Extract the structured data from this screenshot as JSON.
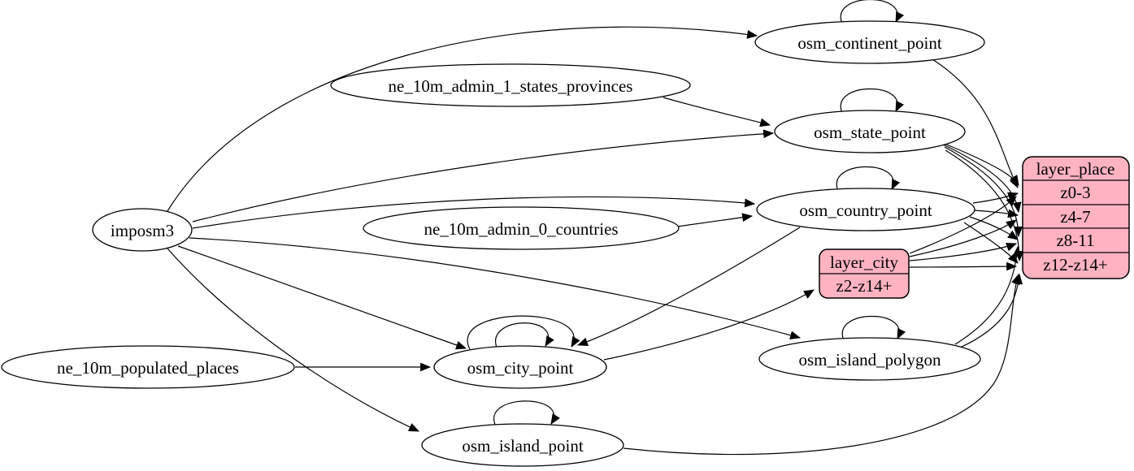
{
  "diagram": {
    "kind": "etl-graph",
    "colors": {
      "background": "#ffffff",
      "node_fill": "#ffffff",
      "record_fill": "#ffb3c1",
      "stroke": "#000000"
    },
    "nodes": {
      "imposm3": {
        "label": "imposm3"
      },
      "ne_10m_admin_1_states_provinces": {
        "label": "ne_10m_admin_1_states_provinces"
      },
      "ne_10m_admin_0_countries": {
        "label": "ne_10m_admin_0_countries"
      },
      "ne_10m_populated_places": {
        "label": "ne_10m_populated_places"
      },
      "osm_continent_point": {
        "label": "osm_continent_point"
      },
      "osm_state_point": {
        "label": "osm_state_point"
      },
      "osm_country_point": {
        "label": "osm_country_point"
      },
      "osm_city_point": {
        "label": "osm_city_point"
      },
      "osm_island_polygon": {
        "label": "osm_island_polygon"
      },
      "osm_island_point": {
        "label": "osm_island_point"
      }
    },
    "records": {
      "layer_city": {
        "title": "layer_city",
        "rows": [
          "z2-z14+"
        ]
      },
      "layer_place": {
        "title": "layer_place",
        "rows": [
          "z0-3",
          "z4-7",
          "z8-11",
          "z12-z14+"
        ]
      }
    },
    "edges": [
      {
        "from": "imposm3",
        "to": "osm_continent_point"
      },
      {
        "from": "imposm3",
        "to": "osm_state_point"
      },
      {
        "from": "imposm3",
        "to": "osm_country_point"
      },
      {
        "from": "imposm3",
        "to": "osm_city_point"
      },
      {
        "from": "imposm3",
        "to": "osm_island_polygon"
      },
      {
        "from": "imposm3",
        "to": "osm_island_point"
      },
      {
        "from": "ne_10m_admin_1_states_provinces",
        "to": "osm_state_point"
      },
      {
        "from": "ne_10m_admin_0_countries",
        "to": "osm_country_point"
      },
      {
        "from": "ne_10m_populated_places",
        "to": "osm_city_point"
      },
      {
        "from": "osm_continent_point",
        "to": "osm_continent_point",
        "self_loop": true
      },
      {
        "from": "osm_state_point",
        "to": "osm_state_point",
        "self_loop": true
      },
      {
        "from": "osm_country_point",
        "to": "osm_country_point",
        "self_loop": true
      },
      {
        "from": "osm_city_point",
        "to": "osm_city_point",
        "self_loop": true
      },
      {
        "from": "osm_city_point",
        "to": "osm_city_point",
        "self_loop": true
      },
      {
        "from": "osm_island_polygon",
        "to": "osm_island_polygon",
        "self_loop": true
      },
      {
        "from": "osm_island_point",
        "to": "osm_island_point",
        "self_loop": true
      },
      {
        "from": "osm_country_point",
        "to": "osm_city_point"
      },
      {
        "from": "osm_city_point",
        "to": "layer_city",
        "to_row": "z2-z14+"
      },
      {
        "from": "osm_continent_point",
        "to": "layer_place",
        "to_row": "z0-3"
      },
      {
        "from": "osm_state_point",
        "to": "layer_place",
        "to_row": "z0-3"
      },
      {
        "from": "osm_state_point",
        "to": "layer_place",
        "to_row": "z4-7"
      },
      {
        "from": "osm_state_point",
        "to": "layer_place",
        "to_row": "z8-11"
      },
      {
        "from": "osm_state_point",
        "to": "layer_place",
        "to_row": "z12-z14+"
      },
      {
        "from": "osm_country_point",
        "to": "layer_place",
        "to_row": "z0-3"
      },
      {
        "from": "osm_country_point",
        "to": "layer_place",
        "to_row": "z4-7"
      },
      {
        "from": "osm_country_point",
        "to": "layer_place",
        "to_row": "z8-11"
      },
      {
        "from": "osm_country_point",
        "to": "layer_place",
        "to_row": "z12-z14+"
      },
      {
        "from": "layer_city",
        "to": "layer_place",
        "to_row": "z0-3"
      },
      {
        "from": "layer_city",
        "to": "layer_place",
        "to_row": "z4-7"
      },
      {
        "from": "layer_city",
        "to": "layer_place",
        "to_row": "z8-11"
      },
      {
        "from": "layer_city",
        "to": "layer_place",
        "to_row": "z12-z14+"
      },
      {
        "from": "osm_island_polygon",
        "to": "layer_place",
        "to_row": "z8-11"
      },
      {
        "from": "osm_island_polygon",
        "to": "layer_place",
        "to_row": "z12-z14+"
      },
      {
        "from": "osm_island_point",
        "to": "layer_place",
        "to_row": "z12-z14+"
      }
    ]
  }
}
